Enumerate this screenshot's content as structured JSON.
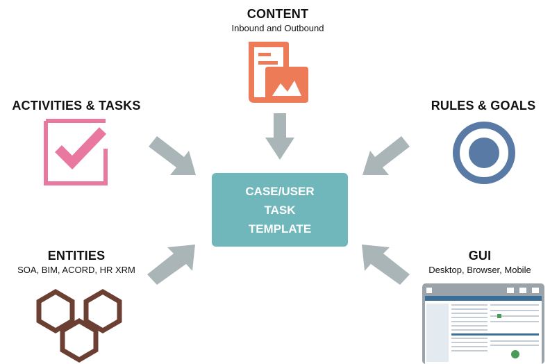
{
  "content": {
    "title": "CONTENT",
    "subtitle": "Inbound and Outbound",
    "color": "#ee7b58"
  },
  "activities": {
    "title": "ACTIVITIES & TASKS",
    "color": "#e8789f"
  },
  "rules": {
    "title": "RULES & GOALS",
    "color": "#5a7aa6"
  },
  "entities": {
    "title": "ENTITIES",
    "subtitle": "SOA, BIM, ACORD, HR XRM",
    "color": "#6b3f32"
  },
  "gui": {
    "title": "GUI",
    "subtitle": "Desktop, Browser, Mobile",
    "color": "#9aa3aa"
  },
  "center": {
    "lines": [
      "CASE/USER",
      "TASK",
      "TEMPLATE"
    ],
    "color": "#6fb7bb"
  },
  "arrow_color": "#a9b5b7"
}
